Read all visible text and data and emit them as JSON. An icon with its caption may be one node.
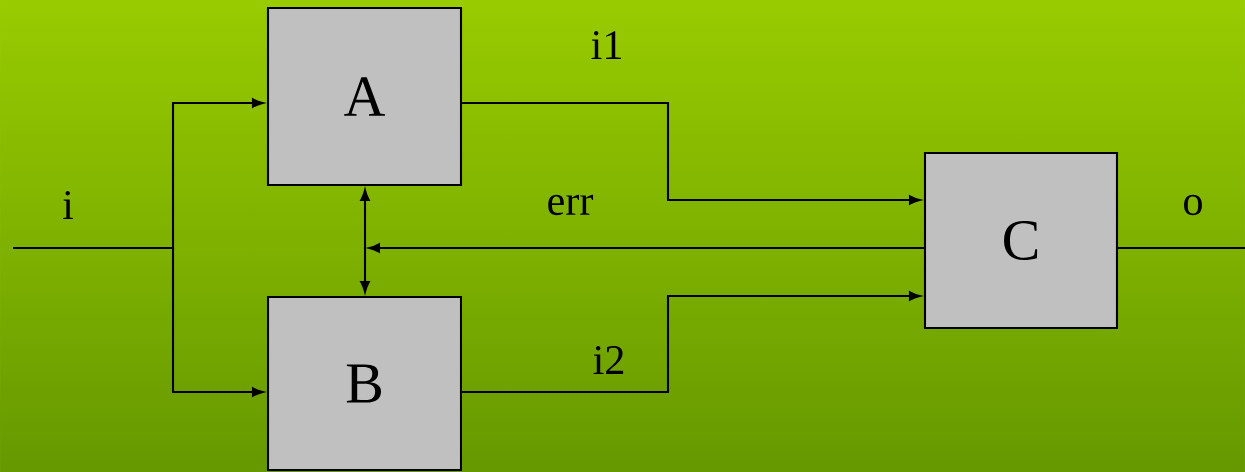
{
  "diagram": {
    "nodes": [
      {
        "text": [
          "A"
        ]
      },
      {
        "text": [
          "B"
        ]
      },
      {
        "text": [
          "C"
        ]
      }
    ],
    "edges": [
      {
        "from": null,
        "to": 0,
        "arrow": "to",
        "label": "i"
      },
      {
        "from": null,
        "to": 1,
        "arrow": "to"
      },
      {
        "from": 0,
        "to": 2,
        "arrow": "to",
        "label": "i1"
      },
      {
        "from": 1,
        "to": 2,
        "arrow": "to",
        "label": "i2"
      },
      {
        "from": 0,
        "to": 1,
        "arrow": "both"
      },
      {
        "from": 2,
        "to": null,
        "arrow": "to",
        "label": "err"
      },
      {
        "from": 2,
        "to": null,
        "arrow": "none",
        "label": "o"
      }
    ]
  }
}
